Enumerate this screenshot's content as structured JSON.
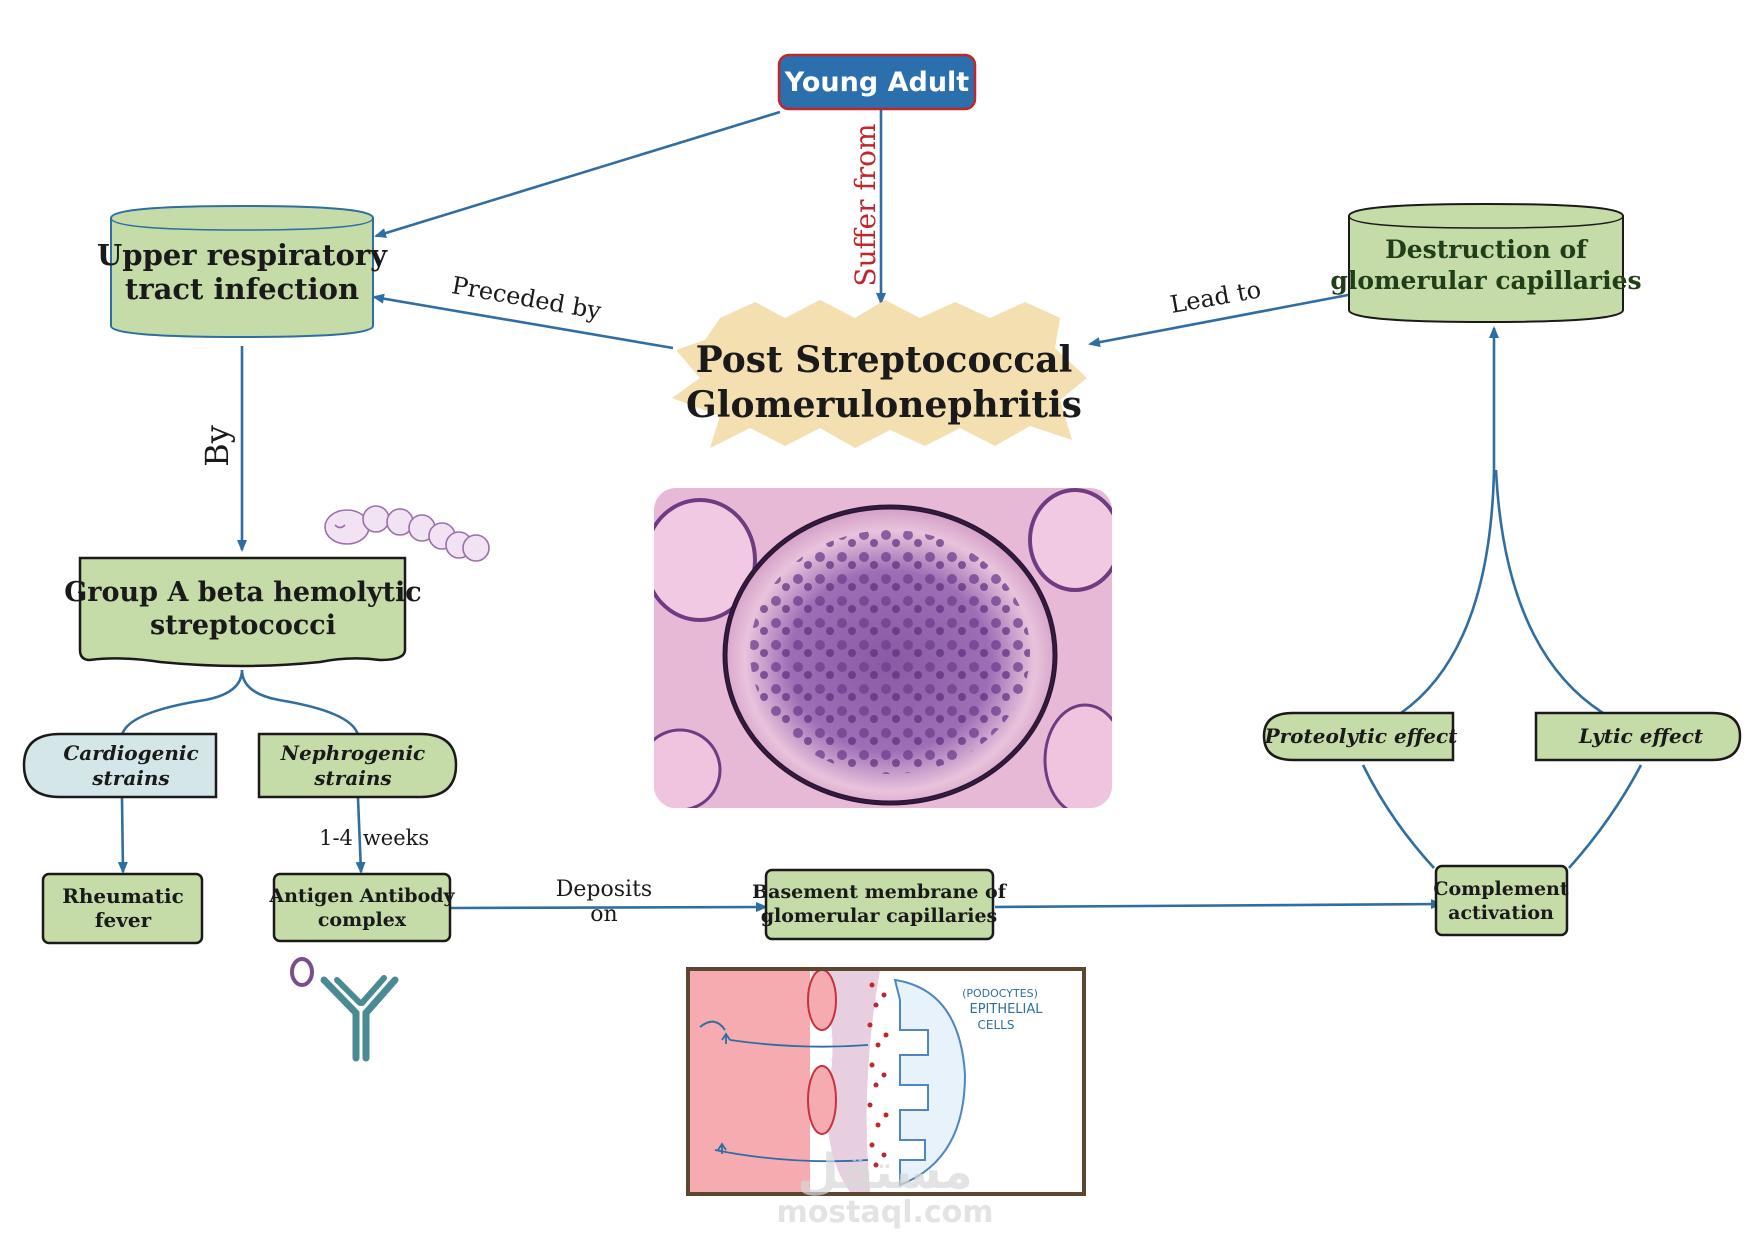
{
  "nodes": {
    "young_adult": "Young Adult",
    "urti_line1": "Upper respiratory",
    "urti_line2": "tract infection",
    "psgn_line1": "Post Streptococcal",
    "psgn_line2": "Glomerulonephritis",
    "destruction_line1": "Destruction of",
    "destruction_line2": "glomerular capillaries",
    "gabhs_line1": "Group A beta hemolytic",
    "gabhs_line2": "streptococci",
    "cardio_line1": "Cardiogenic",
    "cardio_line2": "strains",
    "nephro_line1": "Nephrogenic",
    "nephro_line2": "strains",
    "rheumatic_line1": "Rheumatic",
    "rheumatic_line2": "fever",
    "antigen_line1": "Antigen Antibody",
    "antigen_line2": "complex",
    "basement_line1": "Basement membrane of",
    "basement_line2": "glomerular capillaries",
    "complement_line1": "Complement",
    "complement_line2": "activation",
    "proteolytic": "Proteolytic effect",
    "lytic": "Lytic effect"
  },
  "edges": {
    "suffer_from": "Suffer from",
    "preceded_by": "Preceded by",
    "lead_to": "Lead to",
    "by": "By",
    "weeks_num": "1-4",
    "weeks_unit": "weeks",
    "deposits": "Deposits",
    "on": "on"
  },
  "illustration": {
    "label1": "(PODOCYTES)",
    "label2": "EPITHELIAL",
    "label3": "CELLS"
  },
  "watermark": {
    "arabic": "مستقل",
    "latin": "mostaql.com"
  },
  "colors": {
    "green_fill": "#c5dba8",
    "blue_fill": "#2c6fad",
    "light_blue_fill": "#d4e6e8",
    "star_fill": "#f3dfb0",
    "arrow": "#2f6ea2",
    "red_label": "#c0262c"
  }
}
